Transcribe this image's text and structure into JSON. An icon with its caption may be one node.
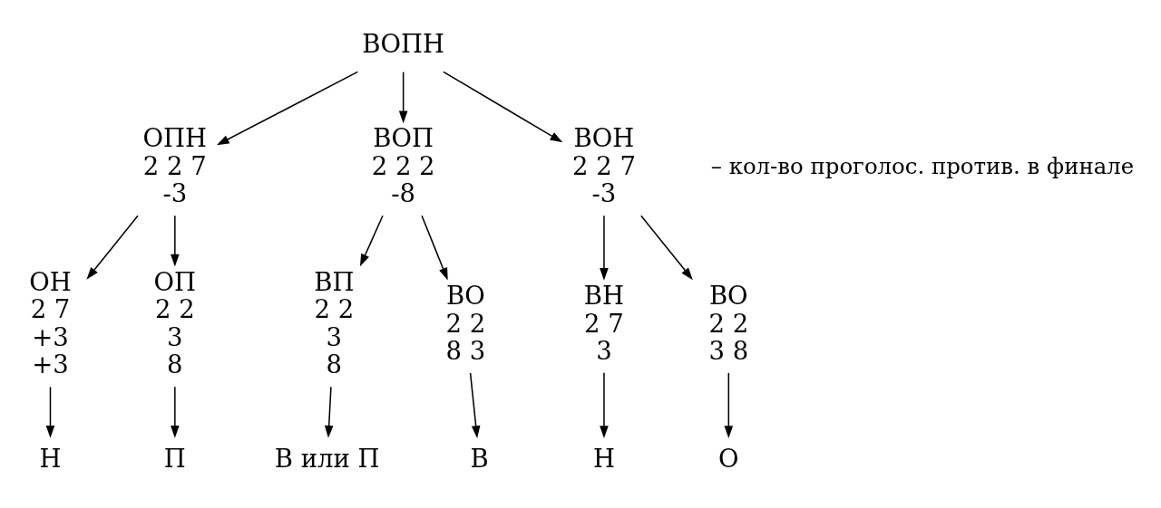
{
  "diagram": {
    "nodes": [
      {
        "text": [
          "ВОПН"
        ]
      },
      {
        "text": [
          "ОПН",
          "2 2 7",
          "-3"
        ]
      },
      {
        "text": [
          "ВОП",
          "2 2 2",
          "-8"
        ]
      },
      {
        "text": [
          "ВОН",
          "2 2 7",
          "-3"
        ]
      },
      {
        "text": [
          "ОН",
          "2 7",
          "+3",
          "+3"
        ]
      },
      {
        "text": [
          "ОП",
          "2 2",
          "3",
          "8"
        ]
      },
      {
        "text": [
          "Н"
        ]
      },
      {
        "text": [
          "П"
        ]
      },
      {
        "text": [
          "ВП",
          "2 2",
          "3",
          "8"
        ]
      },
      {
        "text": [
          "ВО",
          "2 2",
          "8 3"
        ]
      },
      {
        "text": [
          "В или П"
        ]
      },
      {
        "text": [
          "В"
        ]
      },
      {
        "text": [
          "ВН",
          "2 7",
          "3"
        ]
      },
      {
        "text": [
          "ВО",
          "2 2",
          "3 8"
        ]
      },
      {
        "text": [
          "Н"
        ]
      },
      {
        "text": [
          "О"
        ]
      }
    ],
    "edges": [
      {
        "from": 0,
        "to": 1,
        "arrow": "to"
      },
      {
        "from": 0,
        "to": 2,
        "arrow": "to"
      },
      {
        "from": 0,
        "to": 3,
        "arrow": "to"
      },
      {
        "from": 1,
        "to": 4,
        "arrow": "to"
      },
      {
        "from": 1,
        "to": 5,
        "arrow": "to"
      },
      {
        "from": 4,
        "to": 6,
        "arrow": "to"
      },
      {
        "from": 5,
        "to": 7,
        "arrow": "to"
      },
      {
        "from": 2,
        "to": 8,
        "arrow": "to"
      },
      {
        "from": 2,
        "to": 9,
        "arrow": "to"
      },
      {
        "from": 8,
        "to": 10,
        "arrow": "to"
      },
      {
        "from": 9,
        "to": 11,
        "arrow": "to"
      },
      {
        "from": 3,
        "to": 12,
        "arrow": "to"
      },
      {
        "from": 3,
        "to": 13,
        "arrow": "to"
      },
      {
        "from": 12,
        "to": 14,
        "arrow": "to"
      },
      {
        "from": 13,
        "to": 15,
        "arrow": "to"
      }
    ],
    "labels": [
      "– кол-во проголос. против. в финале"
    ]
  }
}
